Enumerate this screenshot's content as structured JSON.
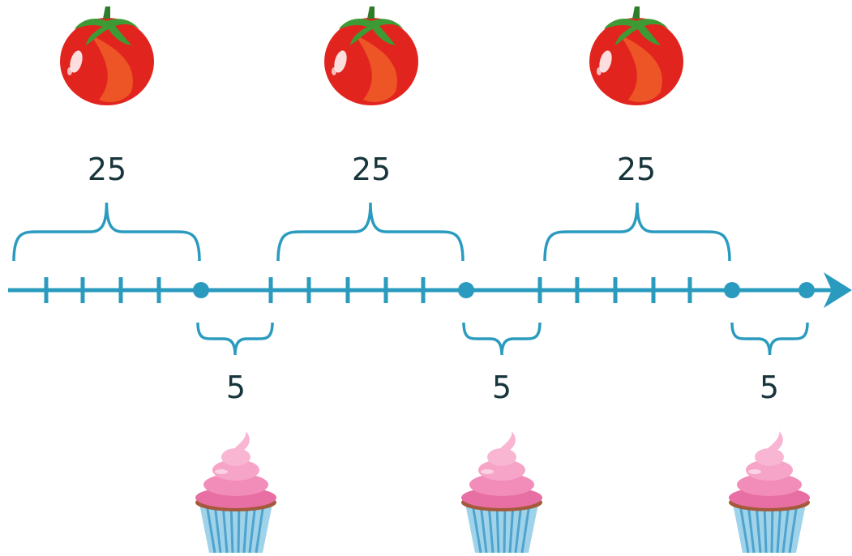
{
  "colors": {
    "line": "#2a9bbf",
    "text": "#17353b"
  },
  "tomato_label": "25",
  "cupcake_label": "5",
  "groups": [
    {
      "tomato": "25",
      "cupcake": "5"
    },
    {
      "tomato": "25",
      "cupcake": "5"
    },
    {
      "tomato": "25",
      "cupcake": "5"
    }
  ],
  "icons": {
    "top": "tomato-icon",
    "bottom": "cupcake-icon",
    "end": "arrow-head-icon"
  }
}
